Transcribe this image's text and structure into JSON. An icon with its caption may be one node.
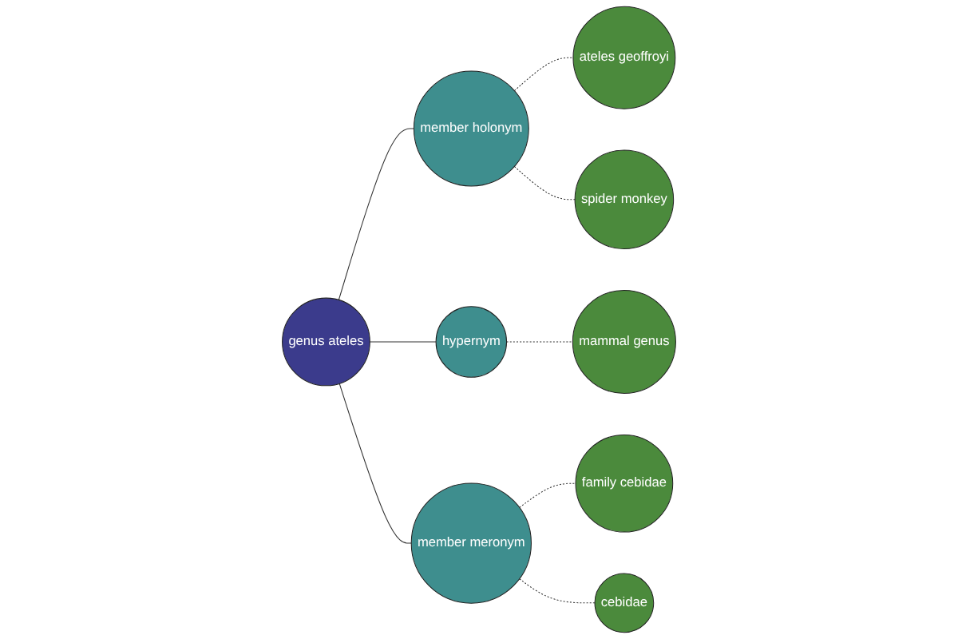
{
  "diagram": {
    "nodes": [
      {
        "text": [
          "ateles geoffroyi"
        ]
      },
      {
        "text": [
          "member holonym"
        ]
      },
      {
        "text": [
          "spider monkey"
        ]
      },
      {
        "text": [
          "genus ateles"
        ]
      },
      {
        "text": [
          "hypernym"
        ]
      },
      {
        "text": [
          "mammal genus"
        ]
      },
      {
        "text": [
          "member meronym"
        ]
      },
      {
        "text": [
          "family cebidae"
        ]
      },
      {
        "text": [
          "cebidae"
        ]
      }
    ],
    "edges": [
      {
        "from": 3,
        "to": 1,
        "arrow": "none"
      },
      {
        "from": 3,
        "to": 4,
        "arrow": "none"
      },
      {
        "from": 3,
        "to": 6,
        "arrow": "none"
      },
      {
        "from": 1,
        "to": 0,
        "arrow": "none",
        "style": "dashed"
      },
      {
        "from": 1,
        "to": 2,
        "arrow": "none",
        "style": "dashed"
      },
      {
        "from": 4,
        "to": 5,
        "arrow": "none",
        "style": "dashed"
      },
      {
        "from": 6,
        "to": 7,
        "arrow": "none",
        "style": "dashed"
      },
      {
        "from": 6,
        "to": 8,
        "arrow": "none",
        "style": "dashed"
      }
    ]
  }
}
